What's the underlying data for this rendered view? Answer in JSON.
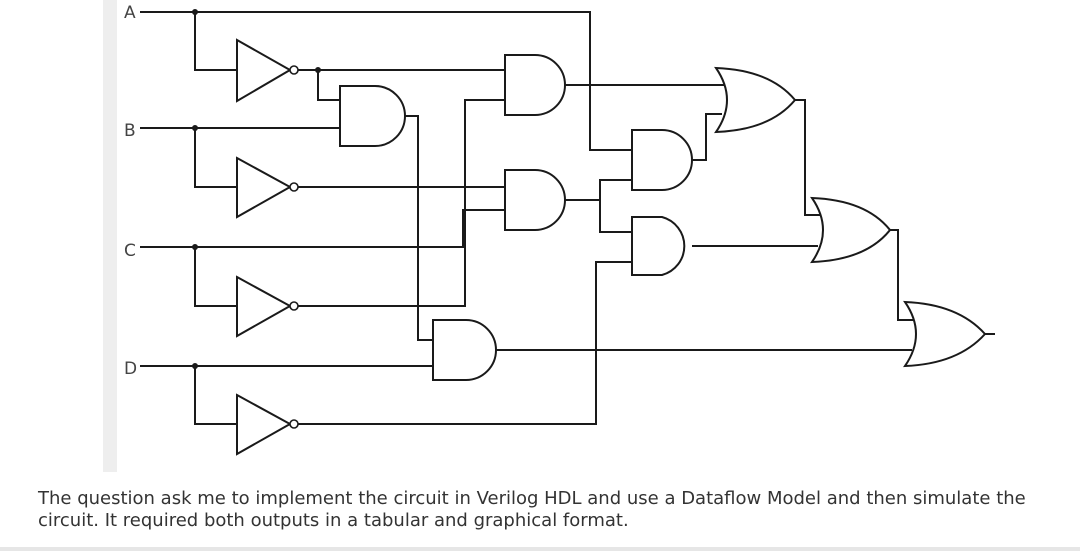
{
  "circuit": {
    "inputs": [
      "A",
      "B",
      "C",
      "D"
    ],
    "icons": [
      "not-gate-icon",
      "and-gate-icon",
      "or-gate-icon"
    ]
  },
  "question": {
    "text": "The question ask me to implement the circuit in Verilog HDL and use a Dataflow Model and then simulate the circuit. It required both outputs in a tabular and graphical format."
  },
  "colors": {
    "wire": "#1a1a1a",
    "text": "#333333",
    "label": "#444444"
  }
}
